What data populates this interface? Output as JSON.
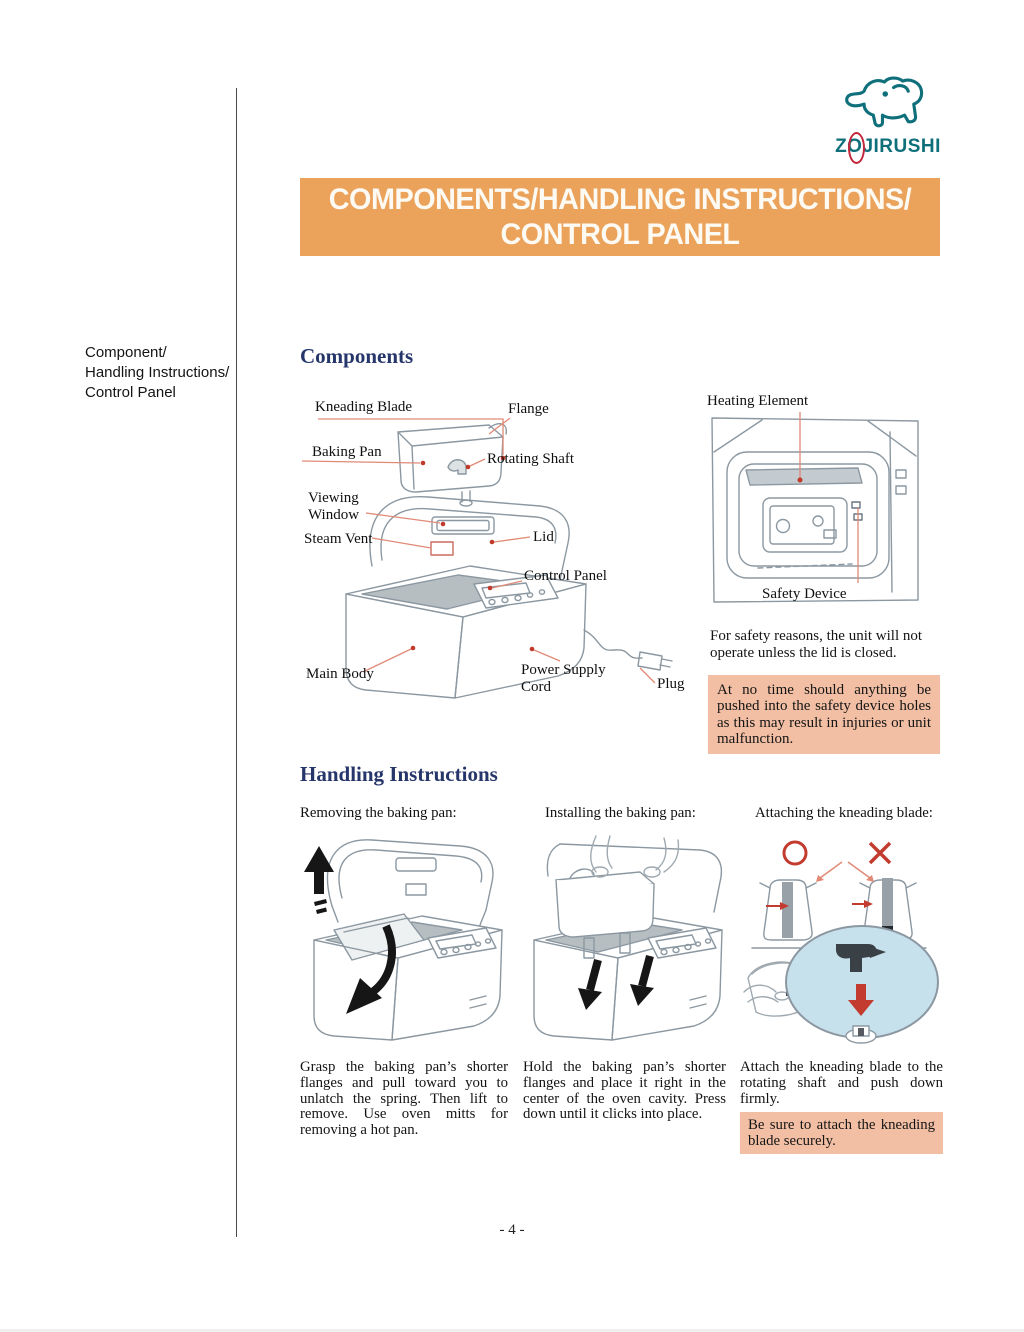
{
  "header": {
    "brand": "ZOJIRUSHI",
    "banner_line1": "COMPONENTS/HANDLING INSTRUCTIONS/",
    "banner_line2": "CONTROL PANEL"
  },
  "sidebar": {
    "line1": "Component/",
    "line2": "Handling Instructions/",
    "line3": "Control Panel"
  },
  "components": {
    "heading": "Components",
    "labels": [
      "Kneading Blade",
      "Flange",
      "Baking Pan",
      "Rotating Shaft",
      "Viewing Window",
      "Steam Vent",
      "Lid",
      "Control Panel",
      "Main Body",
      "Power Supply Cord",
      "Plug",
      "Heating Element",
      "Safety Device"
    ],
    "safety_note": "For safety reasons, the unit will not operate unless the lid is closed.",
    "warning": "At no time should anything be pushed into the safety device holes as this may result in injuries or unit malfunction."
  },
  "handling": {
    "heading": "Handling Instructions",
    "col1": {
      "title": "Removing the baking pan:",
      "body": "Grasp the baking pan’s shorter flanges and pull toward you to unlatch the spring. Then lift to remove. Use oven mitts for removing a hot pan."
    },
    "col2": {
      "title": "Installing the baking pan:",
      "body": "Hold the baking pan’s shorter flanges and place it right in the center of the oven cavity. Press down until it clicks into place."
    },
    "col3": {
      "title": "Attaching the kneading blade:",
      "body": "Attach the kneading blade to the rotating shaft and push down firmly.",
      "note": "Be sure to attach the kneading blade securely."
    }
  },
  "footer": {
    "page_number": "- 4 -"
  },
  "colors": {
    "banner_orange": "#EBA35C",
    "highlight_peach": "#F2BFA4",
    "heading_navy": "#26366B",
    "logo_teal": "#0F6F7A",
    "logo_red": "#C2273C",
    "leader_salmon": "#E08A76",
    "line_art_gray": "#8C98A1",
    "magnifier_blue": "#C6E0EC"
  }
}
